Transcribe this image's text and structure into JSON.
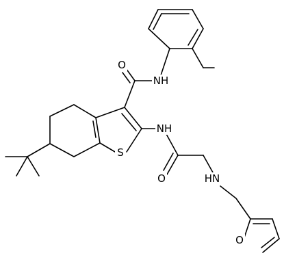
{
  "molecule": {
    "atom_labels": {
      "amide_o": "O",
      "amide_nh": "NH",
      "thiophene_nh": "NH",
      "sulfur": "S",
      "acetyl_o": "O",
      "amine_nh": "HN",
      "furan_o": "O"
    },
    "colors": {
      "background": "#ffffff",
      "ink": "#000000"
    }
  }
}
